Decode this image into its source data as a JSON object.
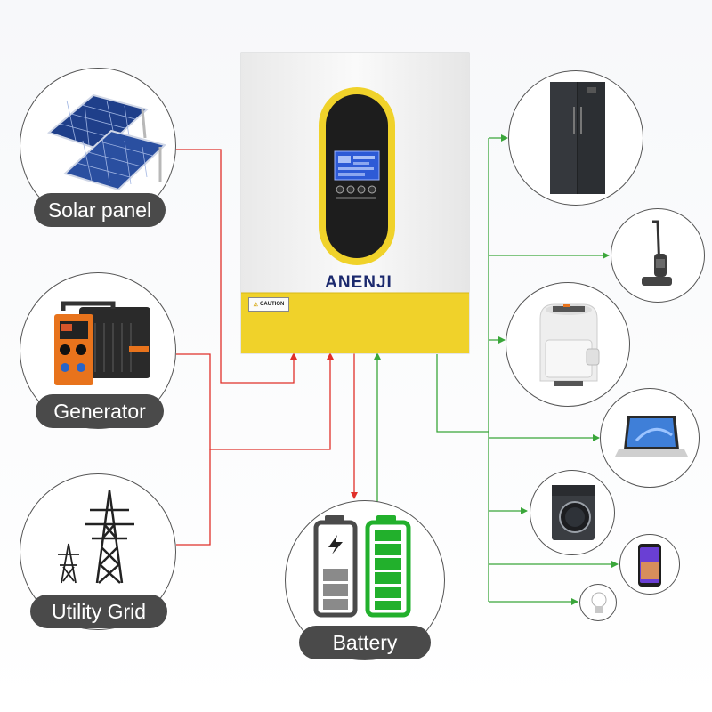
{
  "inverter": {
    "brand": "ANENJI",
    "caution_label": "CAUTION"
  },
  "sources": [
    {
      "id": "solar",
      "label": "Solar panel",
      "icon": "solar-panel-icon"
    },
    {
      "id": "generator",
      "label": "Generator",
      "icon": "generator-icon"
    },
    {
      "id": "grid",
      "label": "Utility Grid",
      "icon": "power-tower-icon"
    }
  ],
  "storage": {
    "label": "Battery",
    "icon": "battery-icon"
  },
  "loads": [
    {
      "id": "refrigerator",
      "icon": "refrigerator-icon"
    },
    {
      "id": "vacuum",
      "icon": "wet-dry-vacuum-icon"
    },
    {
      "id": "air-fryer",
      "icon": "air-fryer-icon"
    },
    {
      "id": "laptop",
      "icon": "laptop-icon"
    },
    {
      "id": "washing-machine",
      "icon": "washing-machine-icon"
    },
    {
      "id": "smartphone",
      "icon": "smartphone-icon"
    },
    {
      "id": "light-bulb",
      "icon": "light-bulb-icon"
    }
  ],
  "colors": {
    "input_wire": "#e0302a",
    "output_wire": "#3aa63a",
    "inverter_yellow": "#f0d22a",
    "pill_bg": "#4a4a4a",
    "battery_charged": "#22b02c",
    "battery_low": "#4a4a4a"
  }
}
